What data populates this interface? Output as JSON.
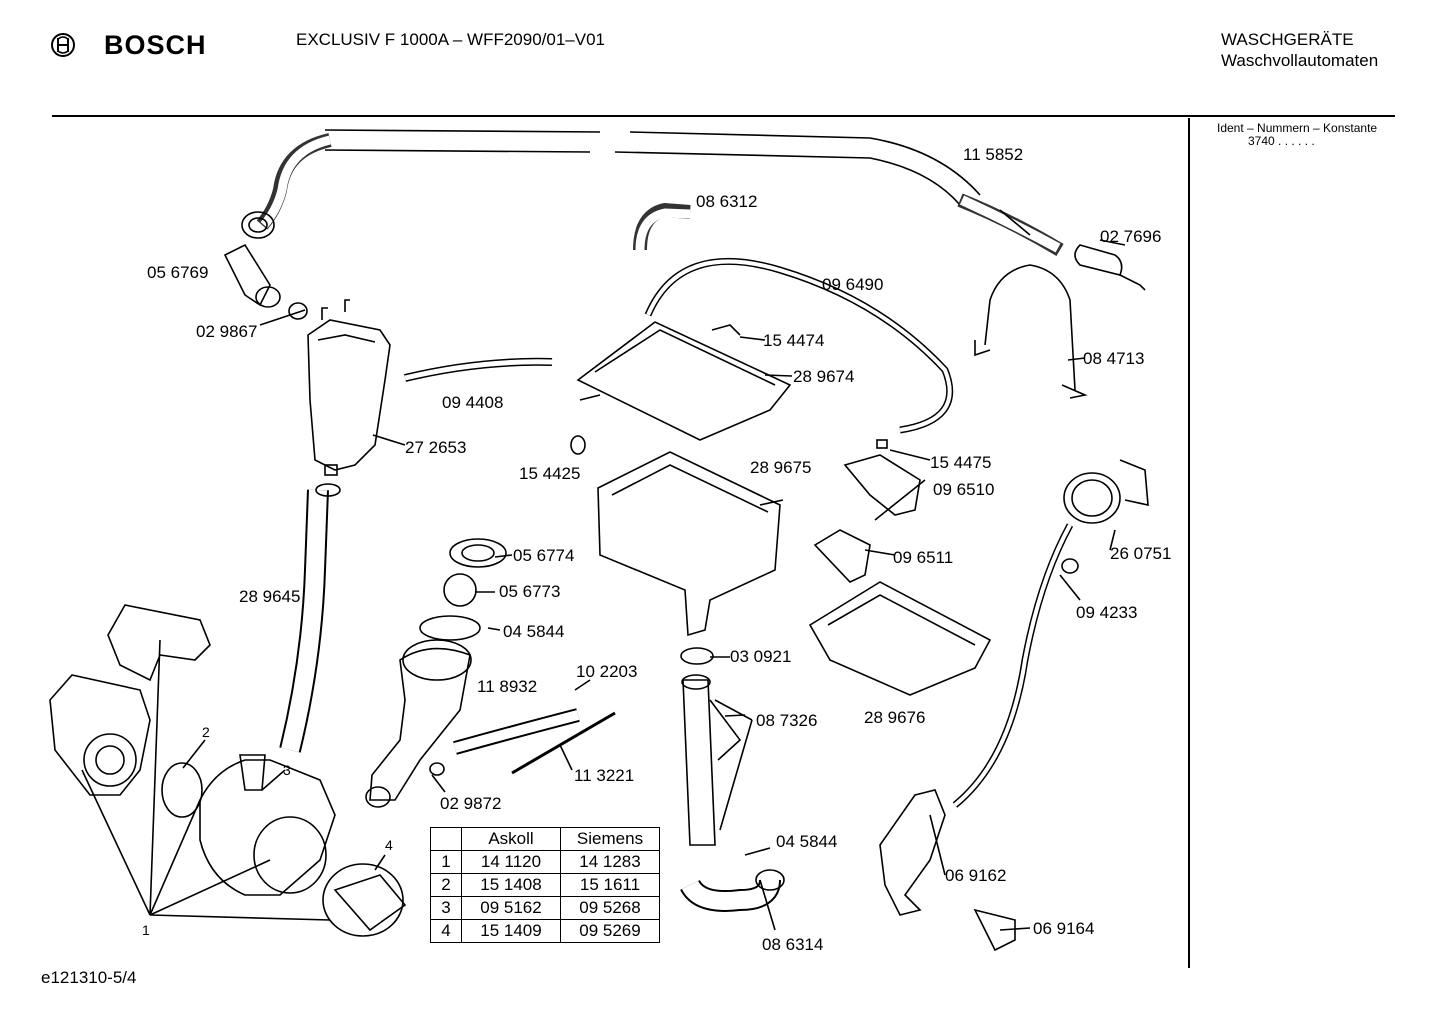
{
  "header": {
    "brand": "BOSCH",
    "model": "EXCLUSIV F 1000A – WFF2090/01–V01",
    "category": "WASCHGERÄTE",
    "subcategory": "Waschvollautomaten"
  },
  "ident": {
    "label": "Ident – Nummern – Konstante",
    "value": "3740  . .    . . . ."
  },
  "footer": {
    "code": "e121310-5/4"
  },
  "parts": [
    "11 5852",
    "08 6312",
    "02 7696",
    "05 6769",
    "09 6490",
    "02 9867",
    "15 4474",
    "28 9674",
    "08 4713",
    "09 4408",
    "27 2653",
    "15 4475",
    "15 4425",
    "28 9675",
    "09 6510",
    "26 0751",
    "09 6511",
    "05 6774",
    "05 6773",
    "09 4233",
    "28 9645",
    "04 5844",
    "03 0921",
    "10 2203",
    "11 8932",
    "08 7326",
    "28 9676",
    "11 3221",
    "02 9872",
    "04 5844",
    "06 9162",
    "08 6314",
    "06 9164"
  ],
  "callouts": [
    "1",
    "2",
    "3",
    "4"
  ],
  "table": {
    "headers": [
      "",
      "Askoll",
      "Siemens"
    ],
    "rows": [
      [
        "1",
        "14 1120",
        "14 1283"
      ],
      [
        "2",
        "15 1408",
        "15 1611"
      ],
      [
        "3",
        "09 5162",
        "09 5268"
      ],
      [
        "4",
        "15 1409",
        "09 5269"
      ]
    ]
  }
}
